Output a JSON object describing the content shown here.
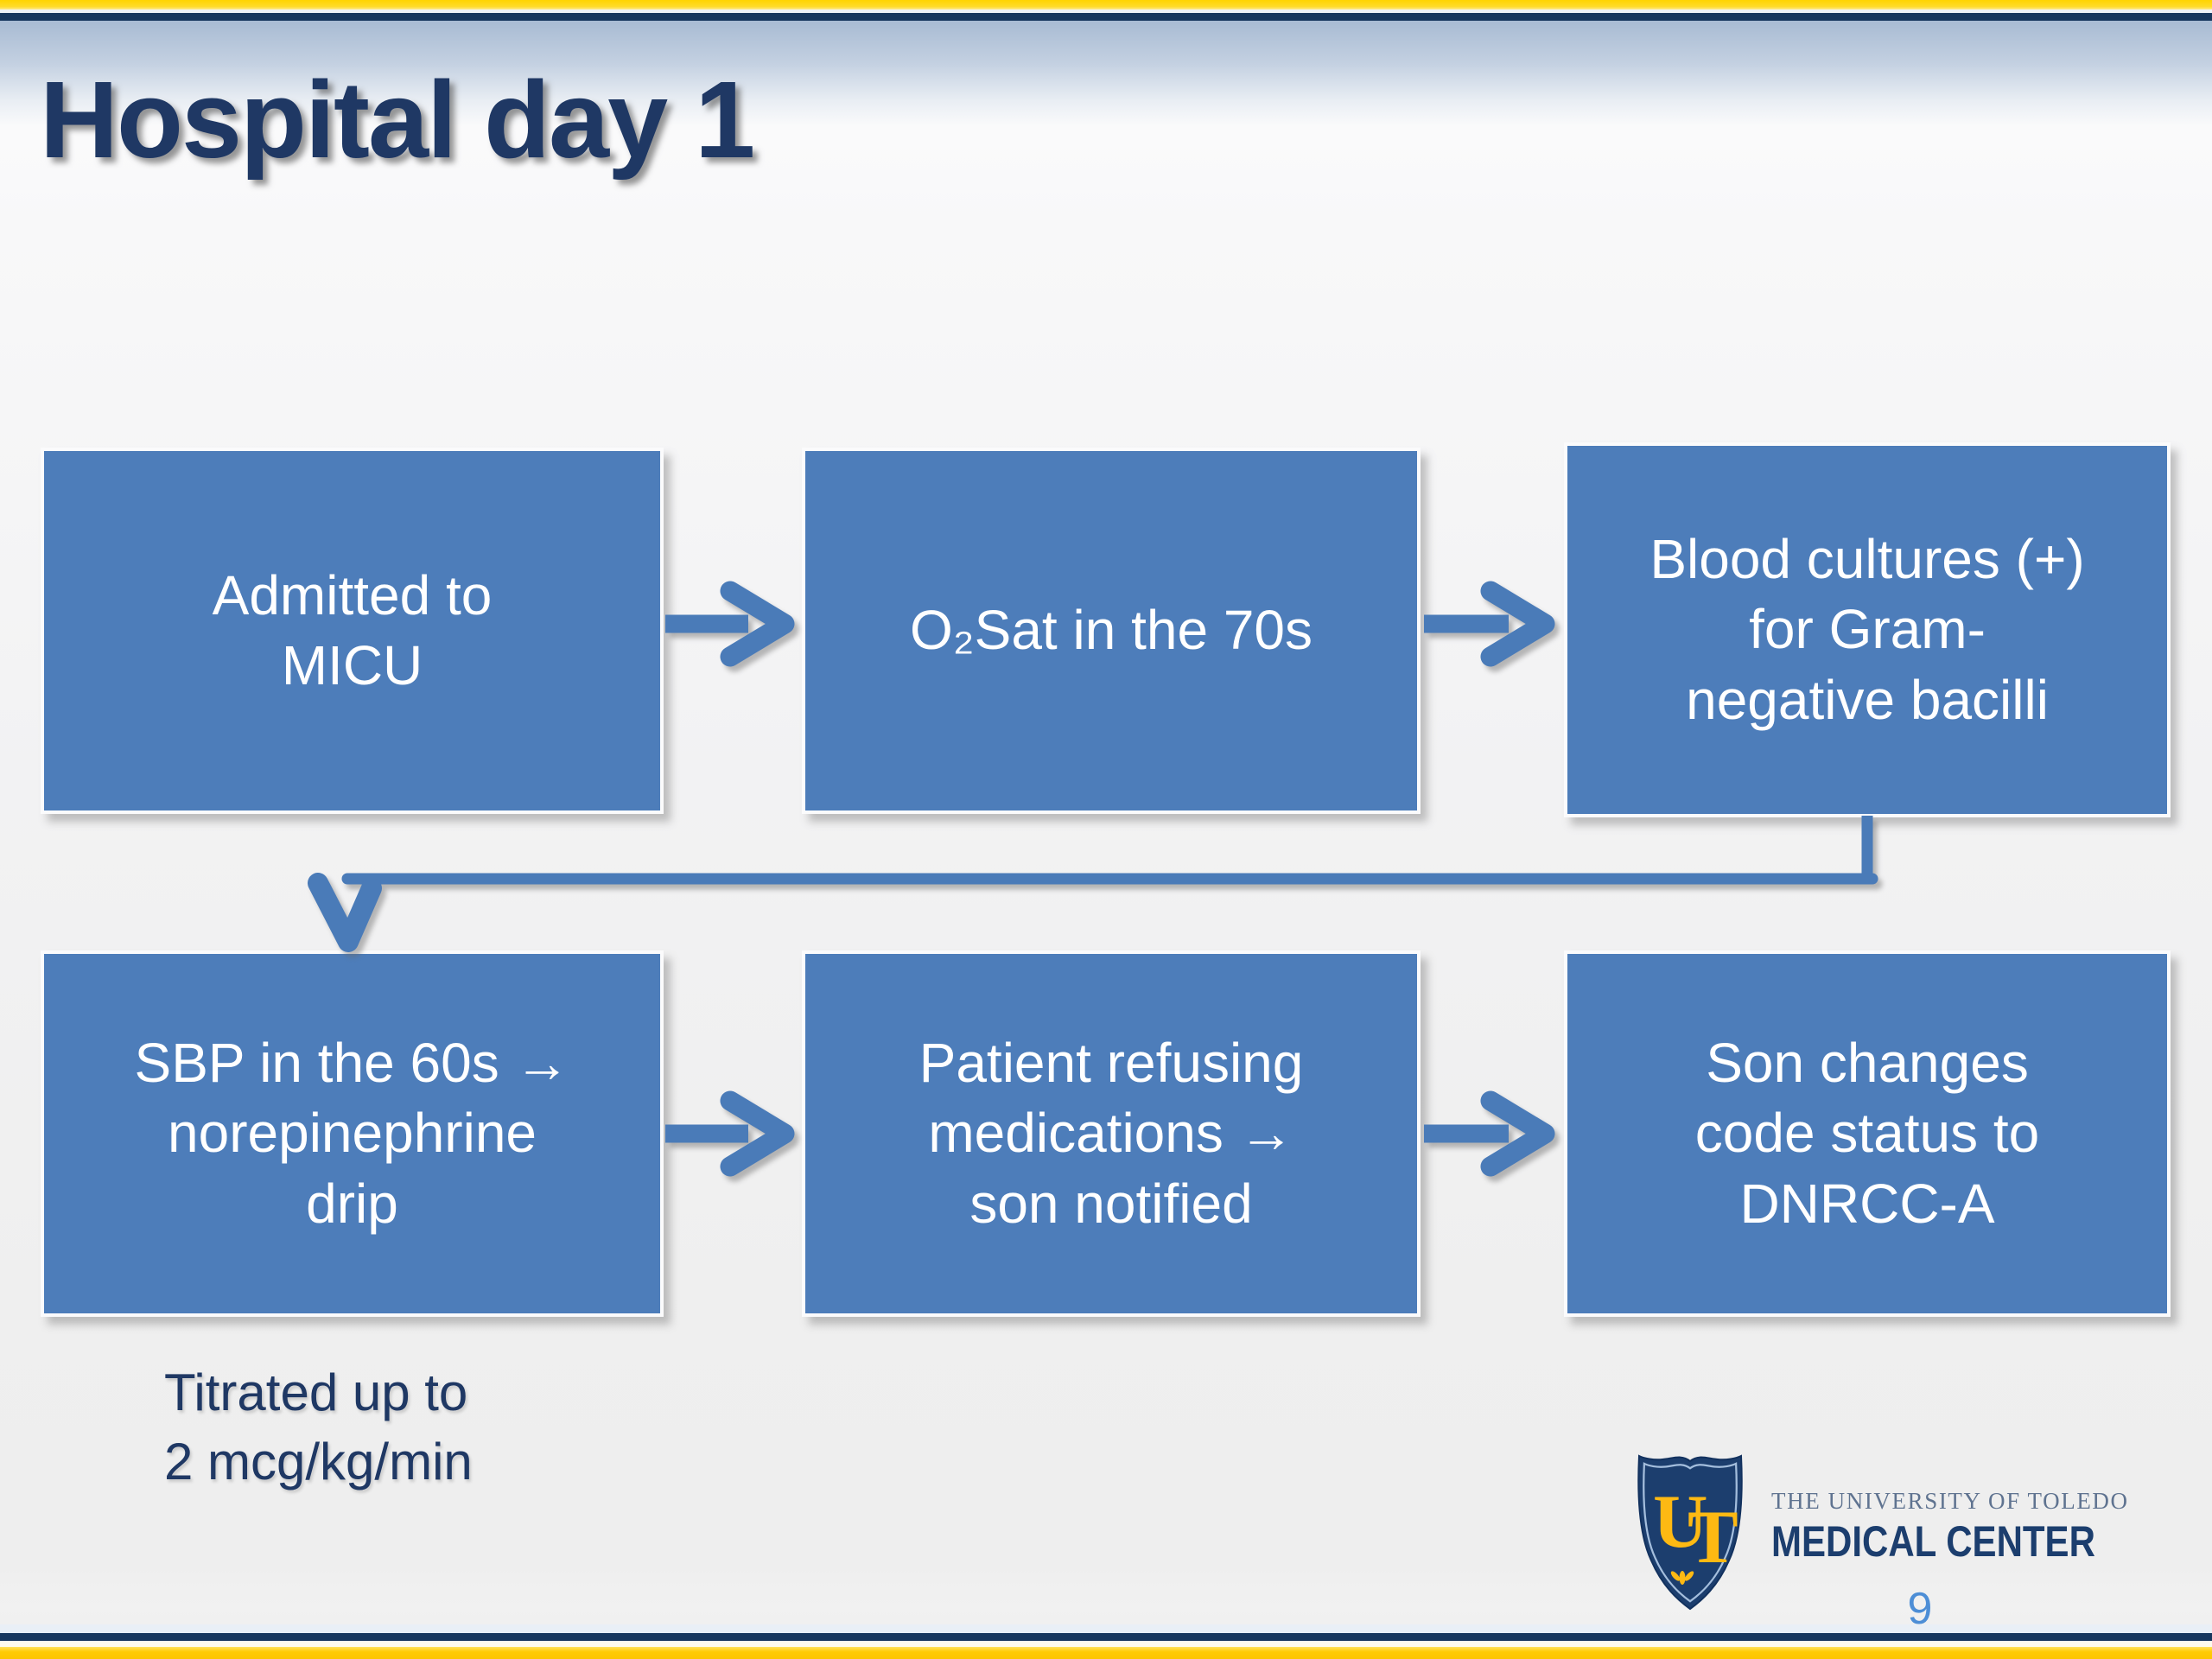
{
  "title": "Hospital day 1",
  "flowchart": {
    "boxes": [
      {
        "name": "admitted-to-micu",
        "text": "Admitted to\nMICU"
      },
      {
        "name": "o2-sat-70s",
        "text": "O₂Sat in the 70s"
      },
      {
        "name": "blood-cultures-positive",
        "text": "Blood cultures (+)\nfor Gram-\nnegative bacilli"
      },
      {
        "name": "sbp-60s-norepinephrine",
        "text": "SBP in the 60s →\nnorepinephrine\ndrip"
      },
      {
        "name": "patient-refusing-meds",
        "text": "Patient refusing\nmedications →\nson notified"
      },
      {
        "name": "son-changes-code-status",
        "text": "Son changes\ncode status to\nDNRCC-A"
      }
    ],
    "caption": "Titrated up to\n2 mcg/kg/min"
  },
  "footer": {
    "page_number": "9",
    "logo": {
      "monogram_u": "U",
      "monogram_t": "T",
      "line1": "THE UNIVERSITY OF TOLEDO",
      "line2": "MEDICAL CENTER"
    }
  },
  "colors": {
    "box_blue": "#4d7dba",
    "connector": "#4a7bb8",
    "navy": "#17375e",
    "yellow": "#ffd400",
    "gold": "#ffcb05",
    "title_navy": "#1f3864",
    "page_blue": "#4d8ed6",
    "logo_navy": "#1c3e6e",
    "logo_gold": "#fdb913",
    "logo_serif": "#5f7390"
  }
}
